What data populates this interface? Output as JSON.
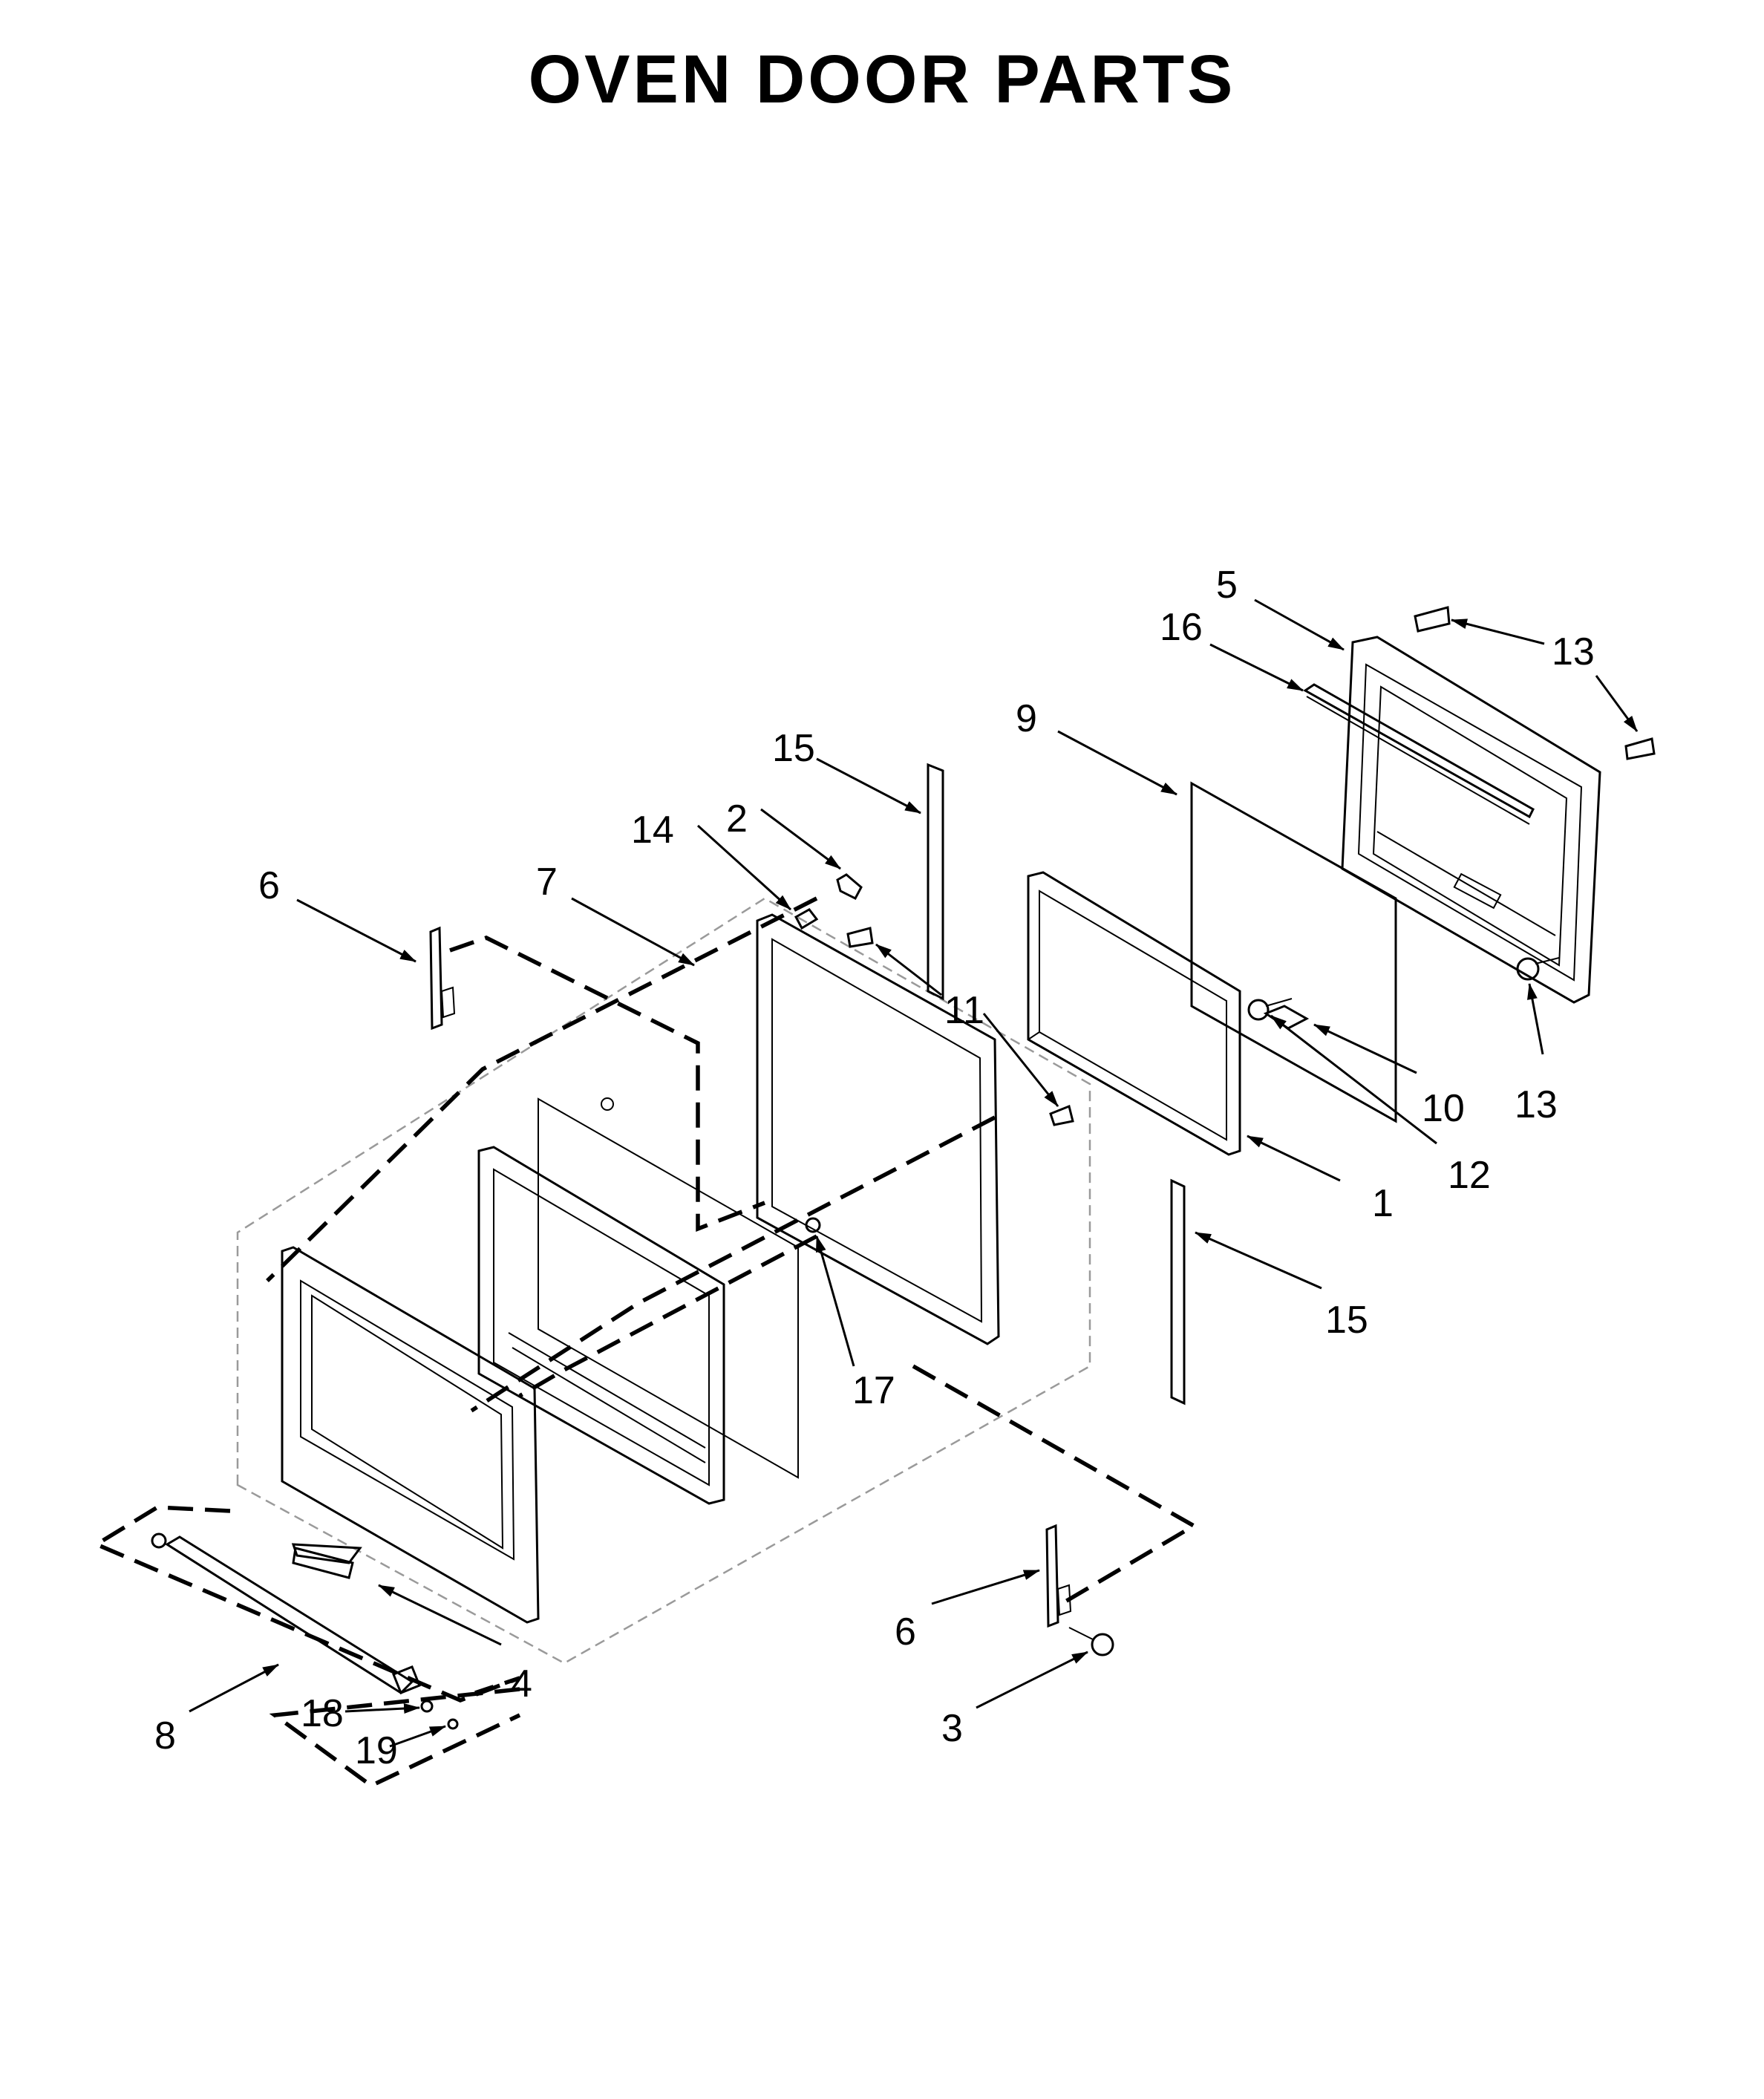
{
  "title": "OVEN DOOR PARTS",
  "callouts": [
    {
      "id": "c1",
      "label": "1"
    },
    {
      "id": "c2",
      "label": "2"
    },
    {
      "id": "c3",
      "label": "3"
    },
    {
      "id": "c4",
      "label": "4"
    },
    {
      "id": "c5",
      "label": "5"
    },
    {
      "id": "c6a",
      "label": "6"
    },
    {
      "id": "c6b",
      "label": "6"
    },
    {
      "id": "c7",
      "label": "7"
    },
    {
      "id": "c8",
      "label": "8"
    },
    {
      "id": "c9",
      "label": "9"
    },
    {
      "id": "c10",
      "label": "10"
    },
    {
      "id": "c11",
      "label": "11"
    },
    {
      "id": "c12",
      "label": "12"
    },
    {
      "id": "c13a",
      "label": "13"
    },
    {
      "id": "c13b",
      "label": "13"
    },
    {
      "id": "c14",
      "label": "14"
    },
    {
      "id": "c15a",
      "label": "15"
    },
    {
      "id": "c15b",
      "label": "15"
    },
    {
      "id": "c16",
      "label": "16"
    },
    {
      "id": "c17",
      "label": "17"
    },
    {
      "id": "c18",
      "label": "18"
    },
    {
      "id": "c19",
      "label": "19"
    }
  ]
}
